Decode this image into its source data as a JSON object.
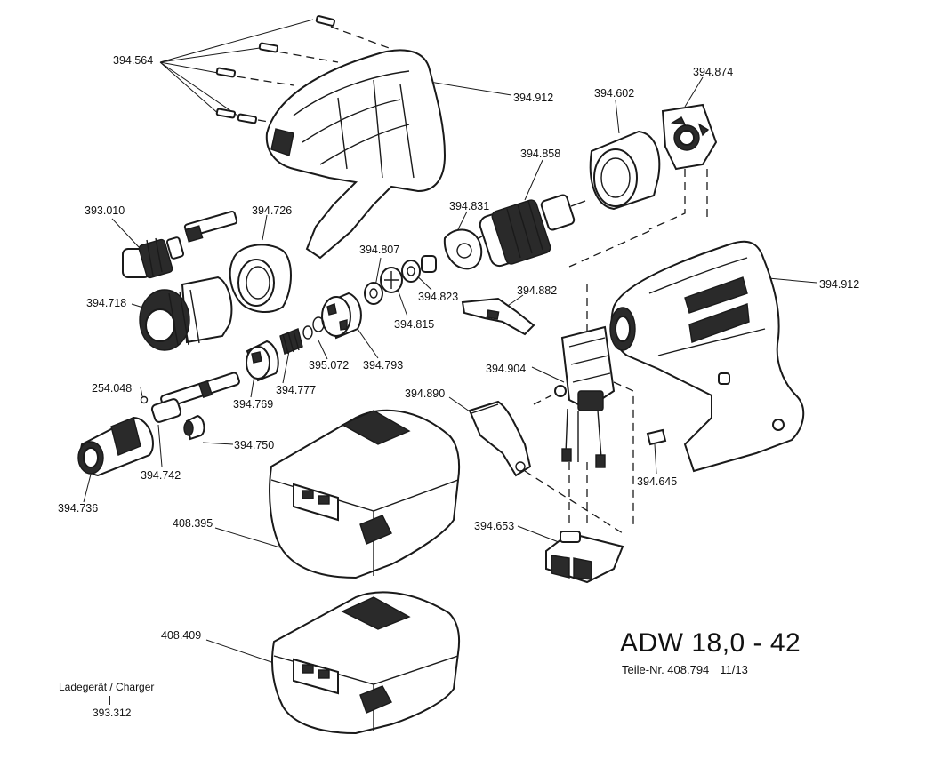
{
  "title": "ADW 18,0 - 42",
  "part_number_label": "Teile-Nr. 408.794",
  "date_code": "11/13",
  "charger": {
    "label": "Ladegerät / Charger",
    "number": "393.312"
  },
  "parts": {
    "screws": "394.564",
    "housing_left": "394.912",
    "housing_right": "394.912",
    "stator": "394.602",
    "fan_plate": "394.874",
    "armature": "394.858",
    "baffle": "394.831",
    "bit_holder": "393.010",
    "ring": "394.726",
    "chuck_sleeve": "394.718",
    "washer_a": "394.807",
    "bushing": "394.823",
    "washer_b": "394.815",
    "bracket": "394.882",
    "gear_cup": "394.793",
    "clip": "395.072",
    "spring": "394.777",
    "clutch": "394.769",
    "switch": "394.904",
    "ball": "254.048",
    "spindle": "394.742",
    "sleeve": "394.750",
    "nose": "394.736",
    "trigger": "394.890",
    "label_plate": "394.645",
    "battery_large": "408.395",
    "terminal": "394.653",
    "battery_small": "408.409"
  }
}
